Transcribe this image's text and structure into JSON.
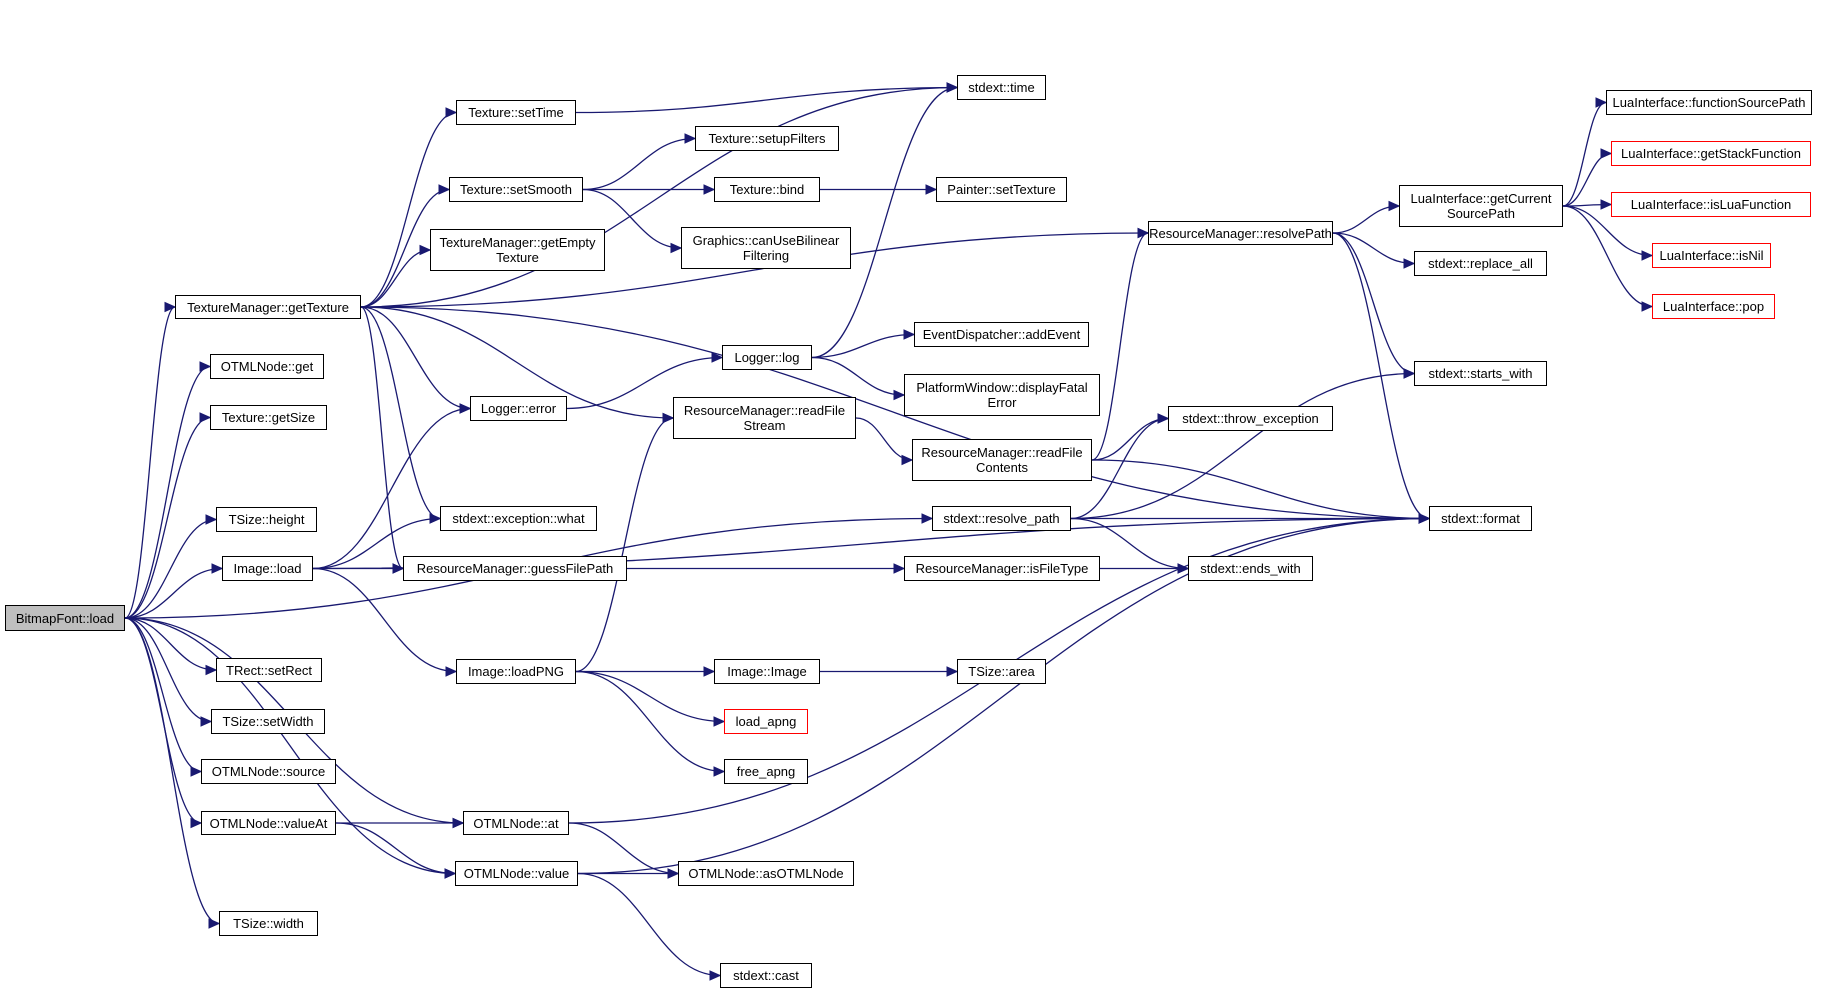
{
  "nodes": [
    {
      "id": "bitmapfont_load",
      "label": "BitmapFont::load",
      "style": "root"
    },
    {
      "id": "texturemanager_gettexture",
      "label": "TextureManager::getTexture"
    },
    {
      "id": "otmlnode_get",
      "label": "OTMLNode::get"
    },
    {
      "id": "texture_getsize",
      "label": "Texture::getSize"
    },
    {
      "id": "tsize_height",
      "label": "TSize::height"
    },
    {
      "id": "image_load",
      "label": "Image::load"
    },
    {
      "id": "trect_setrect",
      "label": "TRect::setRect"
    },
    {
      "id": "tsize_setwidth",
      "label": "TSize::setWidth"
    },
    {
      "id": "otmlnode_source",
      "label": "OTMLNode::source"
    },
    {
      "id": "otmlnode_valueat",
      "label": "OTMLNode::valueAt"
    },
    {
      "id": "tsize_width",
      "label": "TSize::width"
    },
    {
      "id": "texture_settime",
      "label": "Texture::setTime"
    },
    {
      "id": "texture_setsmooth",
      "label": "Texture::setSmooth"
    },
    {
      "id": "texturemanager_getemptytexture",
      "label": "TextureManager::getEmpty\nTexture"
    },
    {
      "id": "logger_error",
      "label": "Logger::error"
    },
    {
      "id": "stdext_exception_what",
      "label": "stdext::exception::what"
    },
    {
      "id": "resourcemanager_guessfilepath",
      "label": "ResourceManager::guessFilePath"
    },
    {
      "id": "image_loadpng",
      "label": "Image::loadPNG"
    },
    {
      "id": "otmlnode_at",
      "label": "OTMLNode::at"
    },
    {
      "id": "otmlnode_value",
      "label": "OTMLNode::value"
    },
    {
      "id": "texture_setupfilters",
      "label": "Texture::setupFilters"
    },
    {
      "id": "texture_bind",
      "label": "Texture::bind"
    },
    {
      "id": "graphics_canusebilinearfiltering",
      "label": "Graphics::canUseBilinear\nFiltering"
    },
    {
      "id": "logger_log",
      "label": "Logger::log"
    },
    {
      "id": "resourcemanager_readfilestream",
      "label": "ResourceManager::readFile\nStream"
    },
    {
      "id": "image_image",
      "label": "Image::Image"
    },
    {
      "id": "load_apng",
      "label": "load_apng",
      "style": "ext"
    },
    {
      "id": "free_apng",
      "label": "free_apng"
    },
    {
      "id": "otmlnode_asotmlnode",
      "label": "OTMLNode::asOTMLNode"
    },
    {
      "id": "stdext_cast",
      "label": "stdext::cast"
    },
    {
      "id": "stdext_time",
      "label": "stdext::time"
    },
    {
      "id": "painter_settexture",
      "label": "Painter::setTexture"
    },
    {
      "id": "eventdispatcher_addevent",
      "label": "EventDispatcher::addEvent"
    },
    {
      "id": "platformwindow_displayfatalerror",
      "label": "PlatformWindow::displayFatal\nError"
    },
    {
      "id": "resourcemanager_readfilecontents",
      "label": "ResourceManager::readFile\nContents"
    },
    {
      "id": "stdext_resolve_path",
      "label": "stdext::resolve_path"
    },
    {
      "id": "resourcemanager_isfiletype",
      "label": "ResourceManager::isFileType"
    },
    {
      "id": "tsize_area",
      "label": "TSize::area"
    },
    {
      "id": "resourcemanager_resolvepath",
      "label": "ResourceManager::resolvePath"
    },
    {
      "id": "stdext_throw_exception",
      "label": "stdext::throw_exception"
    },
    {
      "id": "stdext_ends_with",
      "label": "stdext::ends_with"
    },
    {
      "id": "luainterface_getcurrentsourcepath",
      "label": "LuaInterface::getCurrent\nSourcePath"
    },
    {
      "id": "stdext_replace_all",
      "label": "stdext::replace_all"
    },
    {
      "id": "stdext_starts_with",
      "label": "stdext::starts_with"
    },
    {
      "id": "stdext_format",
      "label": "stdext::format"
    },
    {
      "id": "luainterface_functionsourcepath",
      "label": "LuaInterface::functionSourcePath"
    },
    {
      "id": "luainterface_getstackfunction",
      "label": "LuaInterface::getStackFunction",
      "style": "ext"
    },
    {
      "id": "luainterface_isluafunction",
      "label": "LuaInterface::isLuaFunction",
      "style": "ext"
    },
    {
      "id": "luainterface_isnil",
      "label": "LuaInterface::isNil",
      "style": "ext"
    },
    {
      "id": "luainterface_pop",
      "label": "LuaInterface::pop",
      "style": "ext"
    }
  ],
  "edges": [
    [
      "bitmapfont_load",
      "texturemanager_gettexture"
    ],
    [
      "bitmapfont_load",
      "otmlnode_get"
    ],
    [
      "bitmapfont_load",
      "texture_getsize"
    ],
    [
      "bitmapfont_load",
      "stdext_resolve_path"
    ],
    [
      "bitmapfont_load",
      "tsize_height"
    ],
    [
      "bitmapfont_load",
      "image_load"
    ],
    [
      "bitmapfont_load",
      "trect_setrect"
    ],
    [
      "bitmapfont_load",
      "tsize_setwidth"
    ],
    [
      "bitmapfont_load",
      "otmlnode_source"
    ],
    [
      "bitmapfont_load",
      "otmlnode_valueat"
    ],
    [
      "bitmapfont_load",
      "otmlnode_at"
    ],
    [
      "bitmapfont_load",
      "otmlnode_value"
    ],
    [
      "bitmapfont_load",
      "tsize_width"
    ],
    [
      "texturemanager_gettexture",
      "stdext_time"
    ],
    [
      "texturemanager_gettexture",
      "texture_settime"
    ],
    [
      "texturemanager_gettexture",
      "resourcemanager_resolvepath"
    ],
    [
      "texturemanager_gettexture",
      "texture_setsmooth"
    ],
    [
      "texturemanager_gettexture",
      "texturemanager_getemptytexture"
    ],
    [
      "texturemanager_gettexture",
      "stdext_format"
    ],
    [
      "texturemanager_gettexture",
      "logger_error"
    ],
    [
      "texturemanager_gettexture",
      "resourcemanager_readfilestream"
    ],
    [
      "texturemanager_gettexture",
      "stdext_exception_what"
    ],
    [
      "texturemanager_gettexture",
      "resourcemanager_guessfilepath"
    ],
    [
      "texture_settime",
      "stdext_time"
    ],
    [
      "texture_setsmooth",
      "texture_setupfilters"
    ],
    [
      "texture_setsmooth",
      "texture_bind"
    ],
    [
      "texture_setsmooth",
      "graphics_canusebilinearfiltering"
    ],
    [
      "texture_bind",
      "painter_settexture"
    ],
    [
      "logger_error",
      "logger_log"
    ],
    [
      "logger_log",
      "stdext_time"
    ],
    [
      "logger_log",
      "eventdispatcher_addevent"
    ],
    [
      "logger_log",
      "platformwindow_displayfatalerror"
    ],
    [
      "image_load",
      "logger_error"
    ],
    [
      "image_load",
      "stdext_exception_what"
    ],
    [
      "image_load",
      "resourcemanager_guessfilepath"
    ],
    [
      "image_load",
      "stdext_format"
    ],
    [
      "image_load",
      "image_loadpng"
    ],
    [
      "image_loadpng",
      "resourcemanager_readfilestream"
    ],
    [
      "image_loadpng",
      "image_image"
    ],
    [
      "image_loadpng",
      "load_apng"
    ],
    [
      "image_loadpng",
      "free_apng"
    ],
    [
      "image_image",
      "tsize_area"
    ],
    [
      "resourcemanager_guessfilepath",
      "resourcemanager_isfiletype"
    ],
    [
      "resourcemanager_isfiletype",
      "stdext_ends_with"
    ],
    [
      "resourcemanager_readfilestream",
      "resourcemanager_readfilecontents"
    ],
    [
      "resourcemanager_readfilecontents",
      "resourcemanager_resolvepath"
    ],
    [
      "resourcemanager_readfilecontents",
      "stdext_format"
    ],
    [
      "resourcemanager_readfilecontents",
      "stdext_throw_exception"
    ],
    [
      "stdext_resolve_path",
      "stdext_starts_with"
    ],
    [
      "stdext_resolve_path",
      "stdext_throw_exception"
    ],
    [
      "stdext_resolve_path",
      "stdext_format"
    ],
    [
      "stdext_resolve_path",
      "stdext_ends_with"
    ],
    [
      "resourcemanager_resolvepath",
      "luainterface_getcurrentsourcepath"
    ],
    [
      "resourcemanager_resolvepath",
      "stdext_replace_all"
    ],
    [
      "resourcemanager_resolvepath",
      "stdext_starts_with"
    ],
    [
      "resourcemanager_resolvepath",
      "stdext_format"
    ],
    [
      "luainterface_getcurrentsourcepath",
      "luainterface_functionsourcepath"
    ],
    [
      "luainterface_getcurrentsourcepath",
      "luainterface_getstackfunction"
    ],
    [
      "luainterface_getcurrentsourcepath",
      "luainterface_isluafunction"
    ],
    [
      "luainterface_getcurrentsourcepath",
      "luainterface_isnil"
    ],
    [
      "luainterface_getcurrentsourcepath",
      "luainterface_pop"
    ],
    [
      "otmlnode_valueat",
      "otmlnode_at"
    ],
    [
      "otmlnode_valueat",
      "otmlnode_value"
    ],
    [
      "otmlnode_at",
      "stdext_format"
    ],
    [
      "otmlnode_at",
      "otmlnode_asotmlnode"
    ],
    [
      "otmlnode_value",
      "otmlnode_asotmlnode"
    ],
    [
      "otmlnode_value",
      "stdext_format"
    ],
    [
      "otmlnode_value",
      "stdext_cast"
    ]
  ],
  "colors": {
    "edge": "#191970",
    "root_fill": "#bfbfbf",
    "ext_border": "#ff0000",
    "node_border": "#000000"
  }
}
